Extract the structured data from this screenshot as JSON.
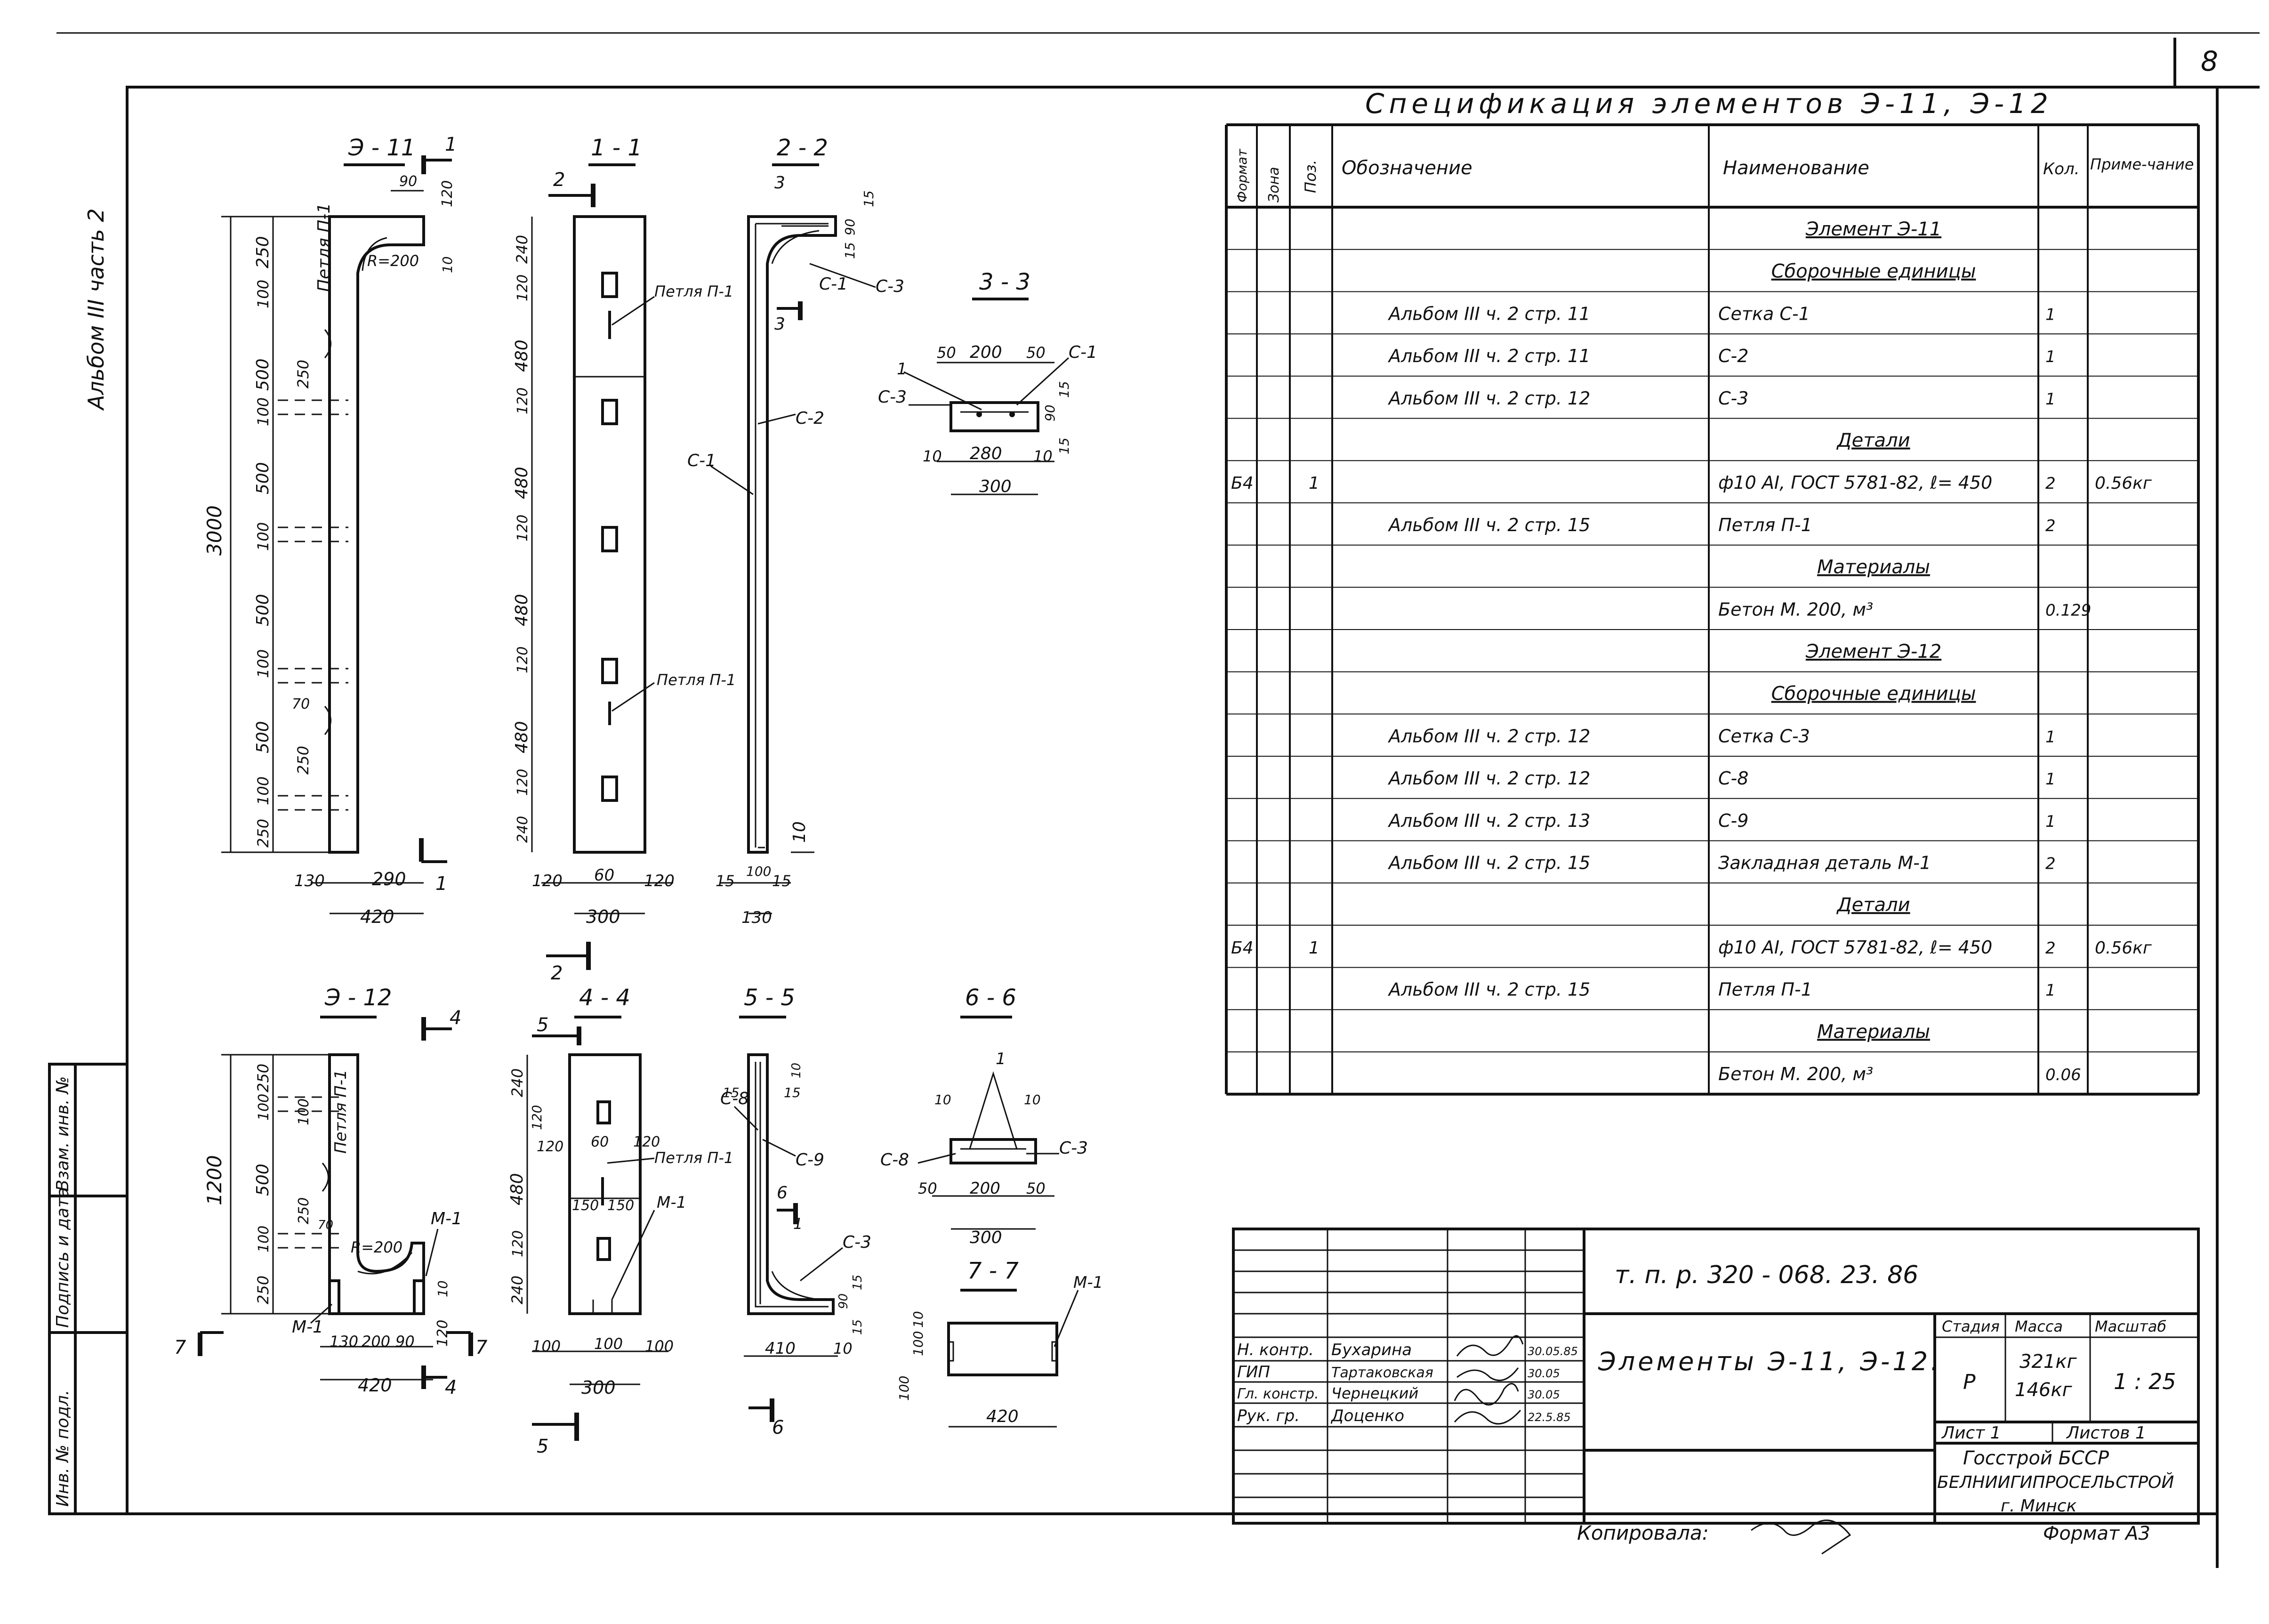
{
  "sheet_number": "8",
  "album_label": "Альбом III часть 2",
  "left_stamp": [
    "Инв. № подл.",
    "Подпись и дата",
    "Взам. инв. №"
  ],
  "spec": {
    "title": "Спецификация элементов Э-11, Э-12",
    "headers": [
      "Формат",
      "Зона",
      "Поз.",
      "Обозначение",
      "Наименование",
      "Кол.",
      "Приме-чание"
    ],
    "rows": [
      {
        "fmt": "",
        "zone": "",
        "pos": "",
        "designation": "",
        "name": "Элемент Э-11",
        "qty": "",
        "note": "",
        "section": true
      },
      {
        "fmt": "",
        "zone": "",
        "pos": "",
        "designation": "",
        "name": "Сборочные единицы",
        "qty": "",
        "note": "",
        "section": true
      },
      {
        "fmt": "",
        "zone": "",
        "pos": "",
        "designation": "Альбом III ч. 2 стр. 11",
        "name": "Сетка       С-1",
        "qty": "1",
        "note": ""
      },
      {
        "fmt": "",
        "zone": "",
        "pos": "",
        "designation": "Альбом III ч. 2 стр. 11",
        "name": "С-2",
        "qty": "1",
        "note": ""
      },
      {
        "fmt": "",
        "zone": "",
        "pos": "",
        "designation": "Альбом III ч. 2 стр. 12",
        "name": "С-3",
        "qty": "1",
        "note": ""
      },
      {
        "fmt": "",
        "zone": "",
        "pos": "",
        "designation": "",
        "name": "Детали",
        "qty": "",
        "note": "",
        "section": true
      },
      {
        "fmt": "Б4",
        "zone": "",
        "pos": "1",
        "designation": "",
        "name": "ф10 АI, ГОСТ 5781-82, ℓ= 450",
        "qty": "2",
        "note": "0.56кг"
      },
      {
        "fmt": "",
        "zone": "",
        "pos": "",
        "designation": "Альбом III ч. 2 стр. 15",
        "name": "Петля     П-1",
        "qty": "2",
        "note": ""
      },
      {
        "fmt": "",
        "zone": "",
        "pos": "",
        "designation": "",
        "name": "Материалы",
        "qty": "",
        "note": "",
        "section": true
      },
      {
        "fmt": "",
        "zone": "",
        "pos": "",
        "designation": "",
        "name": "Бетон  М. 200,  м³",
        "qty": "0.129",
        "note": ""
      },
      {
        "fmt": "",
        "zone": "",
        "pos": "",
        "designation": "",
        "name": "Элемент Э-12",
        "qty": "",
        "note": "",
        "section": true
      },
      {
        "fmt": "",
        "zone": "",
        "pos": "",
        "designation": "",
        "name": "Сборочные единицы",
        "qty": "",
        "note": "",
        "section": true
      },
      {
        "fmt": "",
        "zone": "",
        "pos": "",
        "designation": "Альбом III ч. 2 стр. 12",
        "name": "Сетка     С-3",
        "qty": "1",
        "note": ""
      },
      {
        "fmt": "",
        "zone": "",
        "pos": "",
        "designation": "Альбом III ч. 2 стр. 12",
        "name": "С-8",
        "qty": "1",
        "note": ""
      },
      {
        "fmt": "",
        "zone": "",
        "pos": "",
        "designation": "Альбом III ч. 2 стр. 13",
        "name": "С-9",
        "qty": "1",
        "note": ""
      },
      {
        "fmt": "",
        "zone": "",
        "pos": "",
        "designation": "Альбом III ч. 2 стр. 15",
        "name": "Закладная деталь М-1",
        "qty": "2",
        "note": ""
      },
      {
        "fmt": "",
        "zone": "",
        "pos": "",
        "designation": "",
        "name": "Детали",
        "qty": "",
        "note": "",
        "section": true
      },
      {
        "fmt": "Б4",
        "zone": "",
        "pos": "1",
        "designation": "",
        "name": "ф10 АI, ГОСТ 5781-82, ℓ= 450",
        "qty": "2",
        "note": "0.56кг"
      },
      {
        "fmt": "",
        "zone": "",
        "pos": "",
        "designation": "Альбом III ч. 2 стр. 15",
        "name": "Петля     П-1",
        "qty": "1",
        "note": ""
      },
      {
        "fmt": "",
        "zone": "",
        "pos": "",
        "designation": "",
        "name": "Материалы",
        "qty": "",
        "note": "",
        "section": true
      },
      {
        "fmt": "",
        "zone": "",
        "pos": "",
        "designation": "",
        "name": "Бетон   М. 200,  м³",
        "qty": "0.06",
        "note": ""
      }
    ]
  },
  "title_block": {
    "doc_code": "т. п. р.   320 - 068. 23. 86",
    "title": "Элементы  Э-11,  Э-12.",
    "signers": [
      {
        "role": "Н. контр.",
        "name": "Бухарина",
        "date": "30.05.85"
      },
      {
        "role": "ГИП",
        "name": "Тартаковская",
        "date": "30.05"
      },
      {
        "role": "Гл. констр.",
        "name": "Чернецкий",
        "date": "30.05"
      },
      {
        "role": "Рук. гр.",
        "name": "Доценко",
        "date": "22.5.85"
      }
    ],
    "stage_label": "Стадия",
    "mass_label": "Масса",
    "scale_label": "Масштаб",
    "stage": "Р",
    "mass1": "321кг",
    "mass2": "146кг",
    "scale": "1 : 25",
    "sheet": "Лист 1",
    "sheets": "Листов 1",
    "org1": "Госстрой БССР",
    "org2": "БЕЛНИИГИПРОСЕЛЬСТРОЙ",
    "org3": "г. Минск",
    "copied": "Копировала:",
    "format": "Формат А3"
  },
  "drawings": {
    "e11": {
      "title": "Э - 11",
      "loop": "Петля П-1",
      "r": "R=200",
      "dims_v": [
        "250",
        "100",
        "500",
        "100",
        "500",
        "100",
        "500",
        "100",
        "500",
        "100",
        "250"
      ],
      "dims_sub": [
        "250",
        "250"
      ],
      "d70": "70",
      "total": "3000",
      "top_w": "90",
      "top_h": "120",
      "top_h2": "10",
      "bottom": [
        "130",
        "290"
      ],
      "width": "420",
      "cut": "1"
    },
    "s11": {
      "title": "1 - 1",
      "cut": "2",
      "loop": "Петля П-1",
      "loop2": "Петля П-1",
      "dims_v": [
        "240",
        "120",
        "480",
        "120",
        "480",
        "120",
        "480",
        "120",
        "480",
        "120",
        "240"
      ],
      "bottom": [
        "120",
        "60",
        "120"
      ],
      "width": "300"
    },
    "s22": {
      "title": "2 - 2",
      "cut": "3",
      "labels": [
        "С-3",
        "С-1",
        "С-2",
        "С-1"
      ],
      "dims": [
        "15",
        "90",
        "15",
        "10"
      ],
      "bottom": [
        "15",
        "100",
        "15"
      ],
      "width": "130"
    },
    "s33": {
      "title": "3 - 3",
      "labels": [
        "1",
        "С-1",
        "С-3"
      ],
      "top": [
        "50",
        "200",
        "50"
      ],
      "right": [
        "15",
        "90",
        "15"
      ],
      "bottom": [
        "10",
        "280",
        "10"
      ],
      "width": "300"
    },
    "e12": {
      "title": "Э - 12",
      "loop": "Петля П-1",
      "r": "R=200",
      "m1": "М-1",
      "m1b": "М-1",
      "dims_v": [
        "250",
        "100",
        "500",
        "100",
        "250"
      ],
      "dims_sub": [
        "250",
        "70"
      ],
      "total": "1200",
      "bottom": [
        "130",
        "200",
        "90"
      ],
      "width": "420",
      "right": [
        "10",
        "120"
      ],
      "cut": "4",
      "cut7": "7"
    },
    "s44": {
      "title": "4 - 4",
      "cut": "5",
      "loop": "Петля П-1",
      "m1": "М-1",
      "dims_v": [
        "240",
        "120",
        "480",
        "120",
        "240"
      ],
      "top": [
        "120",
        "60",
        "120"
      ],
      "mid": [
        "150",
        "150"
      ],
      "bottom": [
        "100",
        "100",
        "100"
      ],
      "width": "300"
    },
    "s55": {
      "title": "5 - 5",
      "labels": [
        "С-8",
        "С-9",
        "С-3",
        "1"
      ],
      "cut": "6",
      "dims": [
        "15",
        "15",
        "10",
        "15",
        "90",
        "15"
      ],
      "bottom": [
        "410",
        "10"
      ]
    },
    "s66": {
      "title": "6 - 6",
      "labels": [
        "1",
        "С-8",
        "С-3"
      ],
      "dims": [
        "10",
        "10"
      ],
      "bottom": [
        "50",
        "200",
        "50"
      ],
      "width": "300"
    },
    "s77": {
      "title": "7 - 7",
      "m1": "М-1",
      "dims": [
        "100",
        "100",
        "10"
      ],
      "width": "420"
    }
  }
}
